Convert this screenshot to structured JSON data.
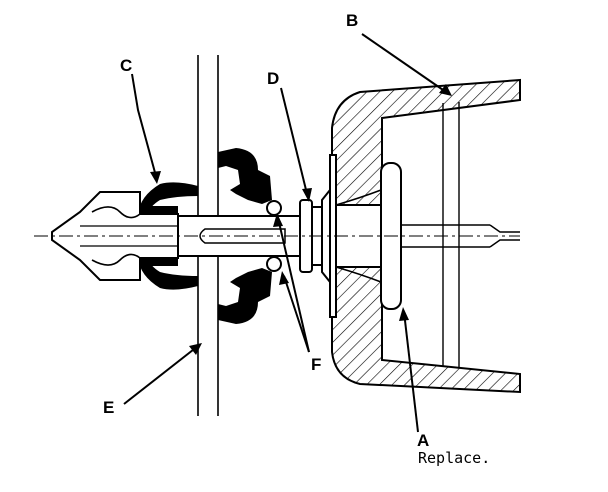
{
  "figure": {
    "callouts": {
      "a": "A",
      "b": "B",
      "c": "C",
      "d": "D",
      "e": "E",
      "f": "F"
    },
    "notes": {
      "a_note": "Replace."
    }
  }
}
